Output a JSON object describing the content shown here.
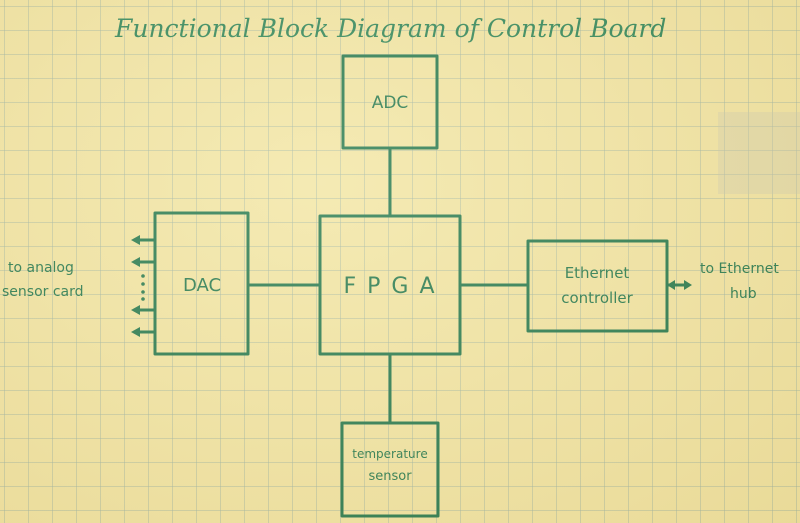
{
  "title": "Functional Block Diagram of Control Board",
  "colors": {
    "ink": "#14704a",
    "paper": "#f1e5a6",
    "grid": "#96afa5"
  },
  "blocks": {
    "adc": "ADC",
    "fpga": "F P G A",
    "dac": "DAC",
    "ethernet": {
      "line1": "Ethernet",
      "line2": "controller"
    },
    "temperature": {
      "line1": "temperature",
      "line2": "sensor"
    }
  },
  "annotations": {
    "analog": {
      "line1": "to analog",
      "line2": "sensor card"
    },
    "hub": {
      "line1": "to Ethernet",
      "line2": "hub"
    }
  }
}
